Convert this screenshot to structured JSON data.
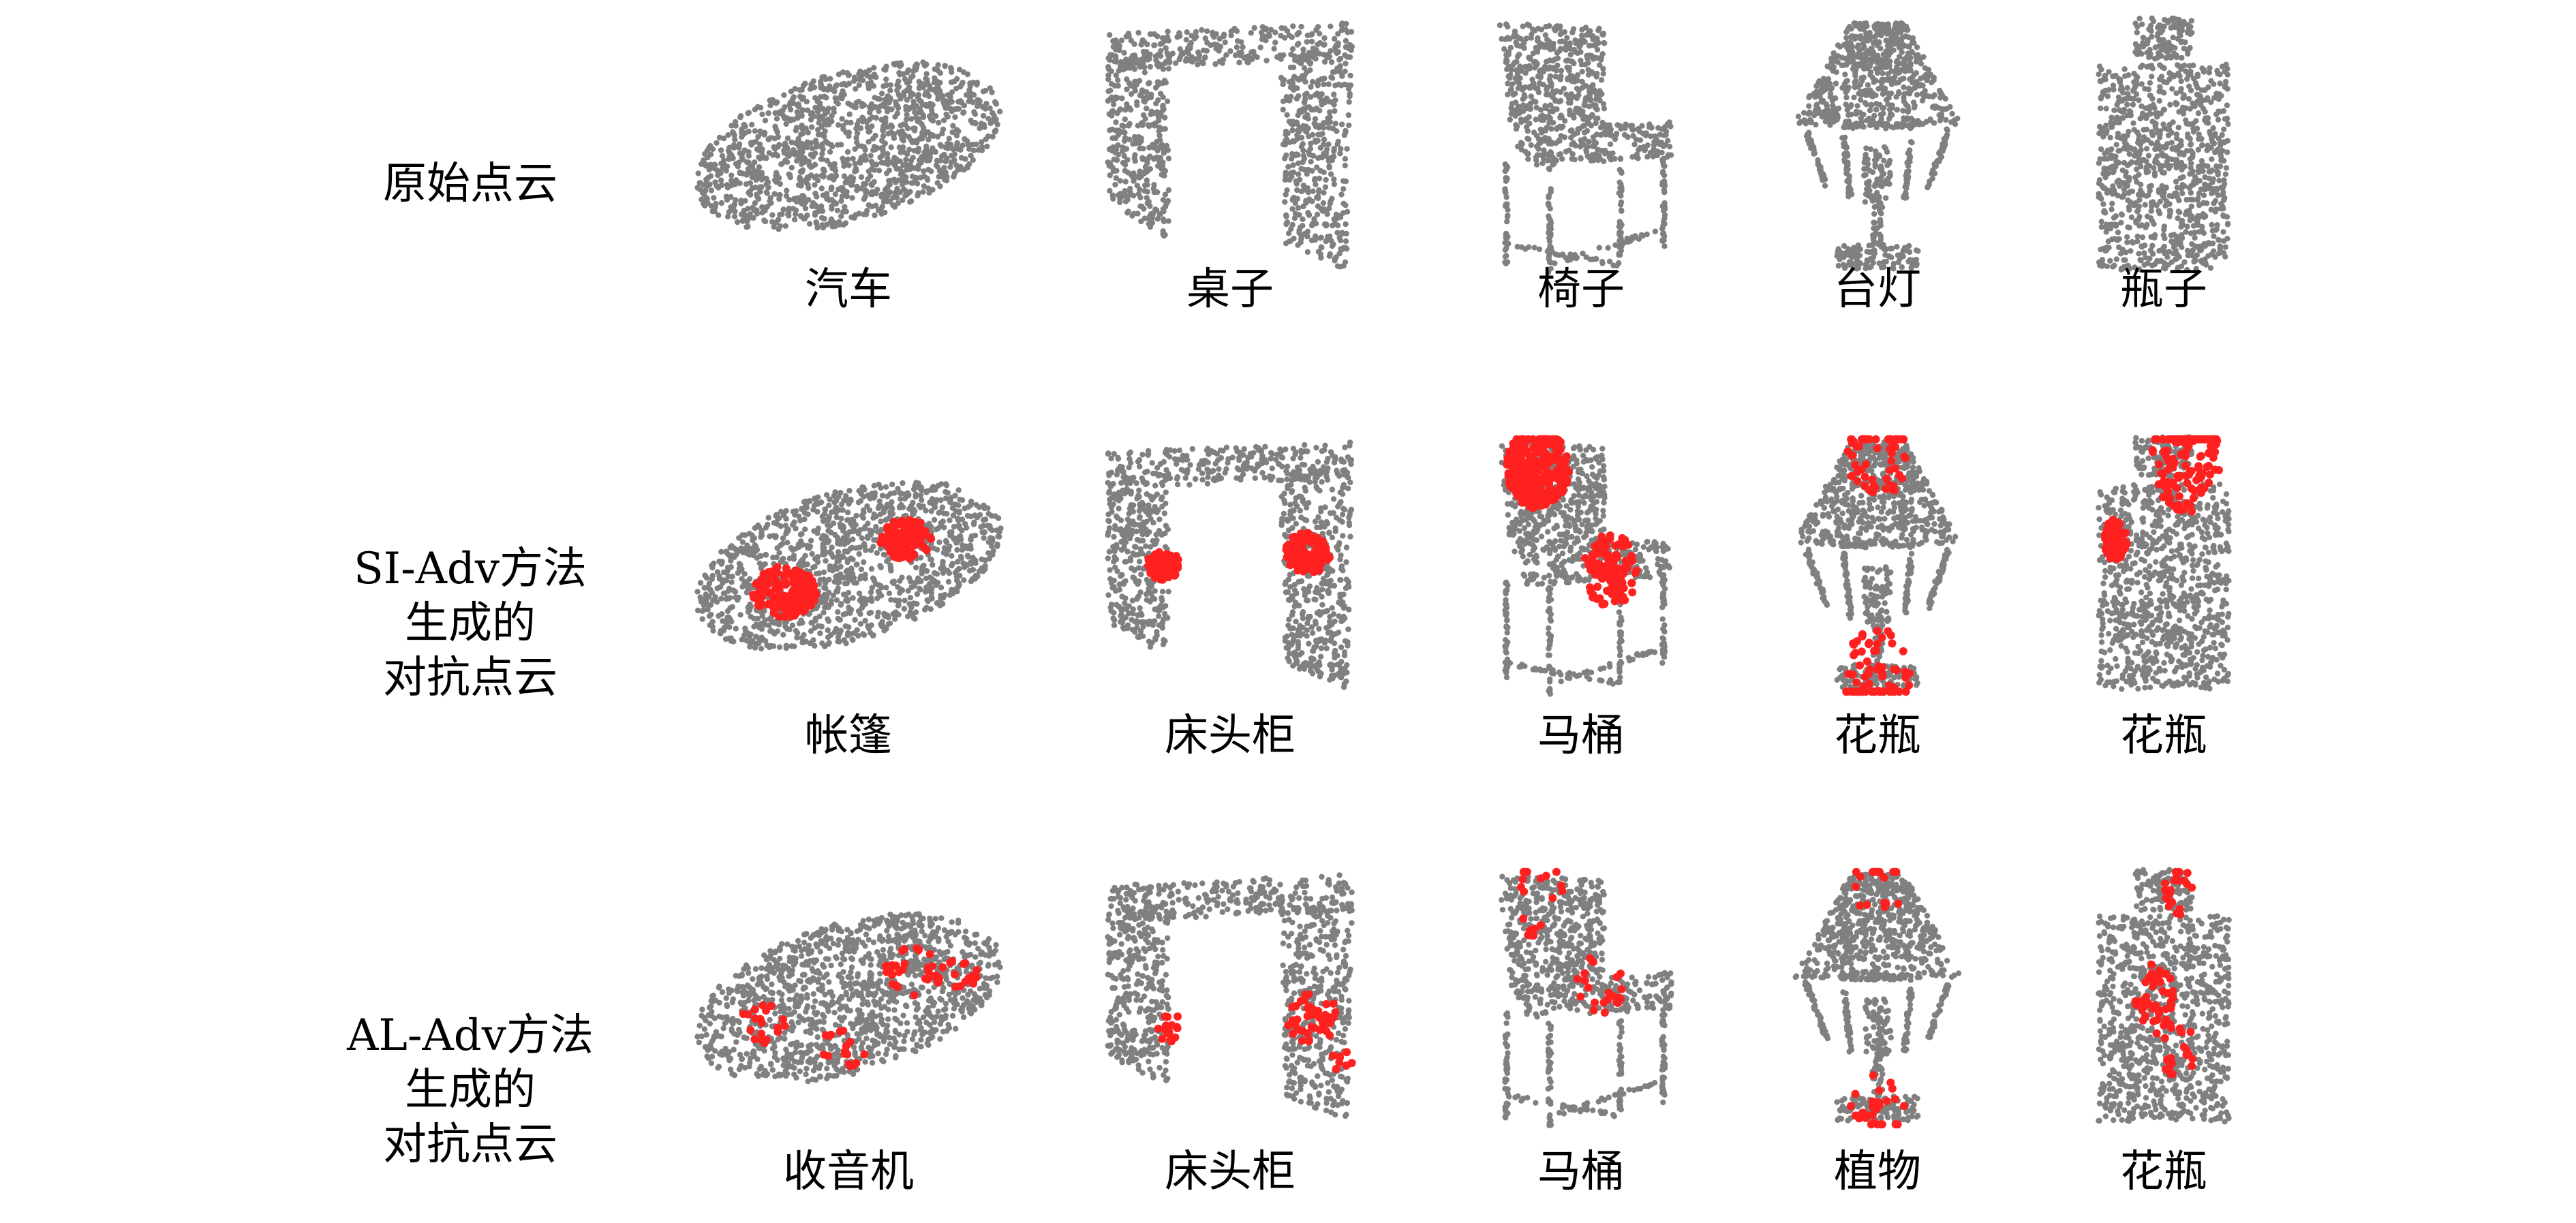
{
  "figure": {
    "rows": [
      {
        "id": "original",
        "label_lines": [
          "原始点云"
        ],
        "cells": [
          {
            "shape": "car",
            "caption": "汽车",
            "adversarial": false
          },
          {
            "shape": "table",
            "caption": "桌子",
            "adversarial": false
          },
          {
            "shape": "chair",
            "caption": "椅子",
            "adversarial": false
          },
          {
            "shape": "lamp",
            "caption": "台灯",
            "adversarial": false
          },
          {
            "shape": "bottle",
            "caption": "瓶子",
            "adversarial": false
          }
        ]
      },
      {
        "id": "si-adv",
        "label_lines": [
          "SI-Adv方法",
          "生成的",
          "对抗点云"
        ],
        "cells": [
          {
            "shape": "car",
            "caption": "帐篷",
            "adversarial": true
          },
          {
            "shape": "table",
            "caption": "床头柜",
            "adversarial": true
          },
          {
            "shape": "chair",
            "caption": "马桶",
            "adversarial": true
          },
          {
            "shape": "lamp",
            "caption": "花瓶",
            "adversarial": true
          },
          {
            "shape": "bottle",
            "caption": "花瓶",
            "adversarial": true
          }
        ]
      },
      {
        "id": "al-adv",
        "label_lines": [
          "AL-Adv方法",
          "生成的",
          "对抗点云"
        ],
        "cells": [
          {
            "shape": "car",
            "caption": "收音机",
            "adversarial": true
          },
          {
            "shape": "table",
            "caption": "床头柜",
            "adversarial": true
          },
          {
            "shape": "chair",
            "caption": "马桶",
            "adversarial": true
          },
          {
            "shape": "lamp",
            "caption": "植物",
            "adversarial": true
          },
          {
            "shape": "bottle",
            "caption": "花瓶",
            "adversarial": true
          }
        ]
      }
    ],
    "colors": {
      "point": "#808080",
      "perturbed_point": "#ff2020"
    }
  }
}
